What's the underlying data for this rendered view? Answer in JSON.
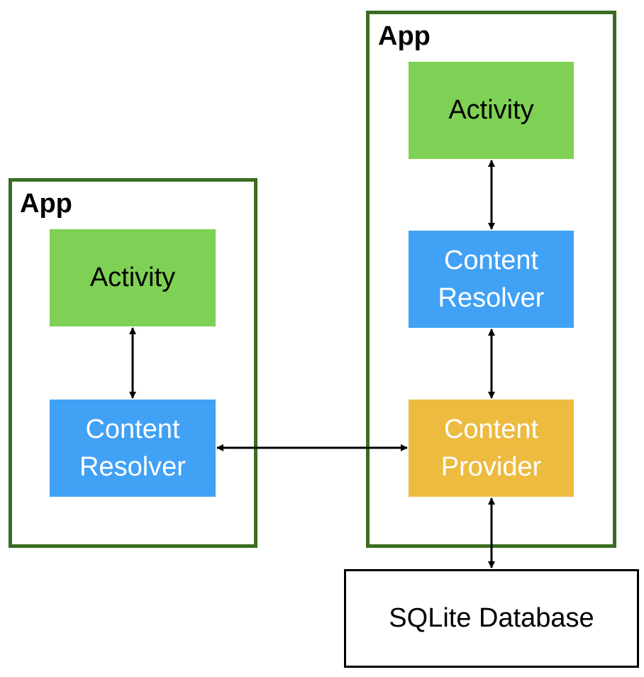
{
  "diagram": {
    "left_app": {
      "title": "App",
      "activity": "Activity",
      "resolver": [
        "Content",
        "Resolver"
      ]
    },
    "right_app": {
      "title": "App",
      "activity": "Activity",
      "resolver": [
        "Content",
        "Resolver"
      ],
      "provider": [
        "Content",
        "Provider"
      ]
    },
    "database": "SQLite Database"
  },
  "colors": {
    "container_border": "#3a6d22",
    "activity": "#7fd155",
    "resolver": "#41a1f5",
    "provider": "#ecbb3f",
    "arrow": "#000000"
  }
}
